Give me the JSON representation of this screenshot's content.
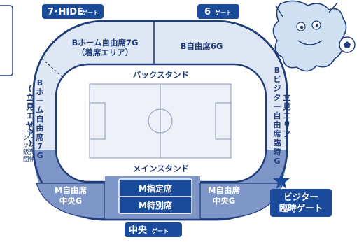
{
  "gates": {
    "gate_7_hide": {
      "main": "7･HIDE",
      "suffix": "ゲート"
    },
    "gate_6": {
      "main": "6",
      "suffix": "ゲート"
    },
    "gate_center": {
      "main": "中央",
      "suffix": "ゲート"
    },
    "visitor_temp_gate": {
      "line1": "ビジター",
      "line2": "臨時ゲート"
    }
  },
  "sections": {
    "b_home_7g_upper": {
      "line1": "Bホーム自由席7G",
      "line2": "（着席エリア）"
    },
    "b_free_6g": "B自由席6G",
    "back_stand": "バックスタンド",
    "main_stand": "メインスタンド",
    "b_home_7g_side": [
      "B",
      "ホ",
      "ー",
      "ム",
      "自",
      "由",
      "席",
      "7",
      "G"
    ],
    "b_home_7g_side_paren": [
      "(",
      "立",
      "見",
      "エ",
      "リ",
      "ア",
      ")"
    ],
    "b_visitor_side": [
      "B",
      "ビ",
      "ジ",
      "タ",
      "ー",
      "自",
      "由",
      "席",
      "臨",
      "時",
      "G"
    ],
    "b_visitor_side_paren": [
      "(",
      "立",
      "見",
      "エ",
      "リ",
      "ア",
      ")"
    ],
    "m_free_left": {
      "line1": "M自由席",
      "line2": "中央G"
    },
    "m_reserved": "M指定席",
    "m_special": "M特別席",
    "m_free_right": {
      "line1": "M自由席",
      "line2": "中央G"
    }
  },
  "left_panel": {
    "heading": "て",
    "lines": [
      "ンド",
      "ック",
      "販売",
      "団体"
    ]
  },
  "colors": {
    "navy": "#1f3d7a",
    "dark_blue": "#1a4a9a",
    "mid_blue": "#7f96c8",
    "light_blue": "#dfe6f4",
    "field": "#eef1f8",
    "text_blue": "#1f3d7a"
  },
  "icons": {
    "mascot": "dragon-mascot-with-soccer-ball",
    "star": "star-icon"
  }
}
